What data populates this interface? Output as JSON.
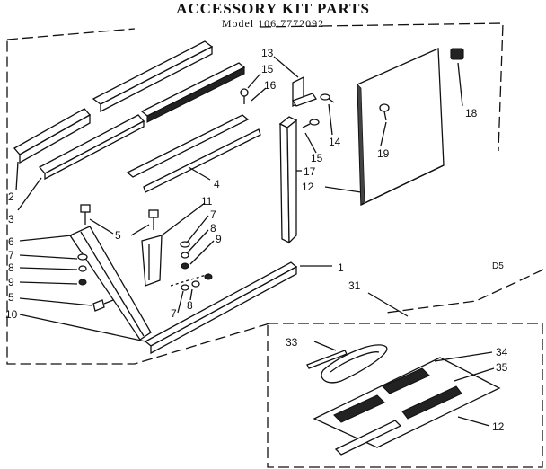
{
  "header": {
    "title": "ACCESSORY KIT PARTS",
    "model": "Model 106.7772092"
  },
  "code": "D5",
  "callouts": [
    {
      "id": "c2",
      "text": "2"
    },
    {
      "id": "c3",
      "text": "3"
    },
    {
      "id": "c13",
      "text": "13"
    },
    {
      "id": "c15a",
      "text": "15"
    },
    {
      "id": "c16",
      "text": "16"
    },
    {
      "id": "c18",
      "text": "18"
    },
    {
      "id": "c14",
      "text": "14"
    },
    {
      "id": "c19",
      "text": "19"
    },
    {
      "id": "c15b",
      "text": "15"
    },
    {
      "id": "c17",
      "text": "17"
    },
    {
      "id": "c12a",
      "text": "12"
    },
    {
      "id": "c4",
      "text": "4"
    },
    {
      "id": "c11",
      "text": "11"
    },
    {
      "id": "c7a",
      "text": "7"
    },
    {
      "id": "c8a",
      "text": "8"
    },
    {
      "id": "c9a",
      "text": "9"
    },
    {
      "id": "c5a",
      "text": "5"
    },
    {
      "id": "c6",
      "text": "6"
    },
    {
      "id": "c7b",
      "text": "7"
    },
    {
      "id": "c8b",
      "text": "8"
    },
    {
      "id": "c9b",
      "text": "9"
    },
    {
      "id": "c5b",
      "text": "5"
    },
    {
      "id": "c10",
      "text": "10"
    },
    {
      "id": "c7c",
      "text": "7"
    },
    {
      "id": "c8c",
      "text": "8"
    },
    {
      "id": "c1",
      "text": "1"
    },
    {
      "id": "c31",
      "text": "31"
    },
    {
      "id": "c33",
      "text": "33"
    },
    {
      "id": "c34",
      "text": "34"
    },
    {
      "id": "c35",
      "text": "35"
    },
    {
      "id": "c12b",
      "text": "12"
    }
  ]
}
